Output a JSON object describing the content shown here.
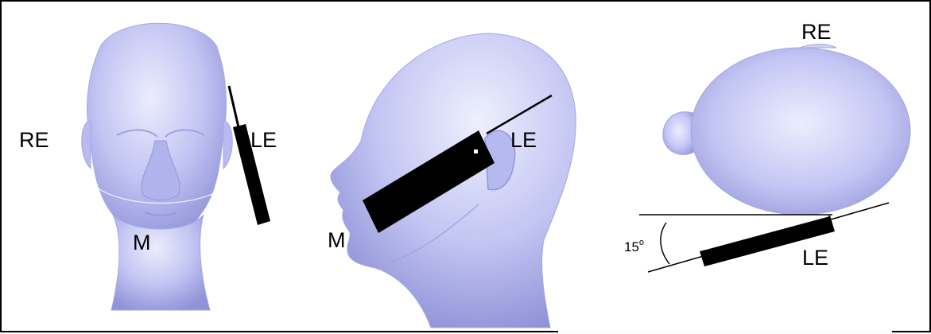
{
  "labels": {
    "front": {
      "right_ear": "RE",
      "left_ear": "LE",
      "mouth": "M"
    },
    "side": {
      "left_ear": "LE",
      "mouth": "M"
    },
    "top": {
      "right_ear": "RE",
      "left_ear": "LE"
    }
  },
  "angle": {
    "value": "15",
    "unit_symbol": "o"
  },
  "colors": {
    "head_light": "#e2e3fb",
    "head_mid": "#b7b9ef",
    "head_dark": "#8d90d6",
    "phone": "#000000",
    "border": "#000000"
  }
}
